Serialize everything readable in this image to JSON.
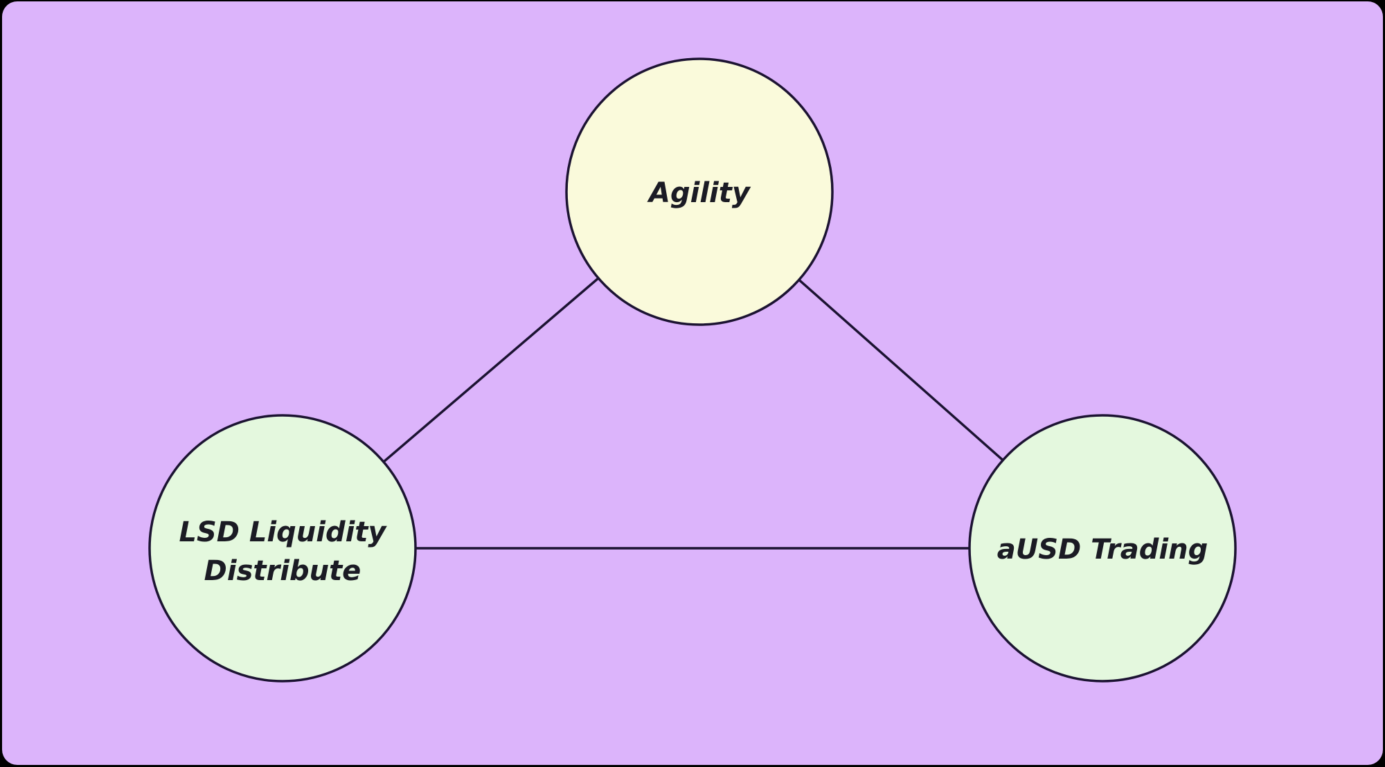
{
  "diagram": {
    "type": "mindmap-triangle",
    "colors": {
      "outer_background": "#000000",
      "canvas_background": "#DCB4FB",
      "stroke": "#1C1332",
      "text": "#1B1B24",
      "node_fill_top": "#FAFADB",
      "node_fill_bottom": "#E4F8DE"
    },
    "nodes": [
      {
        "id": "agility",
        "label": "Agility",
        "lines": [
          "Agility"
        ],
        "fill": "#FAFADB"
      },
      {
        "id": "lsd-liquidity-distribute",
        "label": "LSD Liquidity Distribute",
        "lines": [
          "LSD Liquidity",
          "Distribute"
        ],
        "fill": "#E4F8DE"
      },
      {
        "id": "ausd-trading",
        "label": "aUSD Trading",
        "lines": [
          "aUSD Trading"
        ],
        "fill": "#E4F8DE"
      }
    ],
    "edges": [
      {
        "from": "agility",
        "to": "lsd-liquidity-distribute"
      },
      {
        "from": "agility",
        "to": "ausd-trading"
      },
      {
        "from": "lsd-liquidity-distribute",
        "to": "ausd-trading"
      }
    ]
  }
}
